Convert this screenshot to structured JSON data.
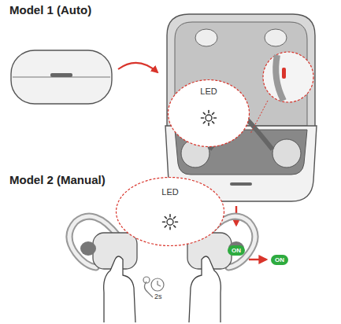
{
  "diagram": {
    "nodes": [
      {
        "text": [
          "LED"
        ]
      },
      {
        "text": [
          "ON"
        ]
      },
      {
        "text": [
          "LED"
        ]
      },
      {
        "text": [
          "ON"
        ]
      }
    ],
    "labels": [
      "Model 1 (Auto)",
      "Model 2 (Manual)",
      "2s"
    ]
  }
}
